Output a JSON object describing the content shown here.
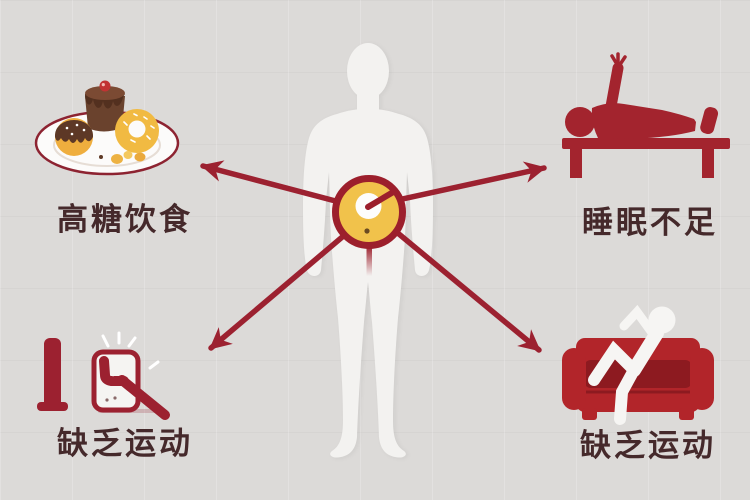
{
  "center": {
    "subject": "human-body-silhouette",
    "icon": "blood-sugar-gauge-icon",
    "gauge": {
      "needle_direction": "upper-right"
    }
  },
  "quadrants": [
    {
      "position": "top-left",
      "icon": "dessert-plate-icon",
      "label": "高糖饮食"
    },
    {
      "position": "top-right",
      "icon": "person-lying-on-bed-icon",
      "label": "睡眠不足"
    },
    {
      "position": "bottom-left",
      "icon": "phone-lounging-icon",
      "label": "缺乏运动"
    },
    {
      "position": "bottom-right",
      "icon": "person-on-sofa-icon",
      "label": "缺乏运动"
    }
  ],
  "arrows": [
    {
      "name": "arrow-to-top-left",
      "from": "center-gauge",
      "to": "dessert-plate-icon"
    },
    {
      "name": "arrow-to-top-right",
      "from": "center-gauge",
      "to": "person-lying-on-bed-icon"
    },
    {
      "name": "arrow-to-bottom-left",
      "from": "center-gauge",
      "to": "phone-lounging-icon"
    },
    {
      "name": "arrow-to-bottom-right",
      "from": "center-gauge",
      "to": "person-on-sofa-icon"
    }
  ],
  "palette": {
    "background": "#dcdad8",
    "arrow_red": "#9c2130",
    "bed_red": "#a3242e",
    "sofa_red": "#b2252a",
    "sofa_red_dark": "#8d1a20",
    "gauge_ring_red": "#9c1f2c",
    "gauge_yellow": "#f1c24b",
    "silhouette_white": "#f3f2f0",
    "label_text": "#45292b",
    "plate_white": "#fcfbfa",
    "chocolate_brown": "#5f3a27",
    "donut_yellow": "#f1ba42"
  }
}
